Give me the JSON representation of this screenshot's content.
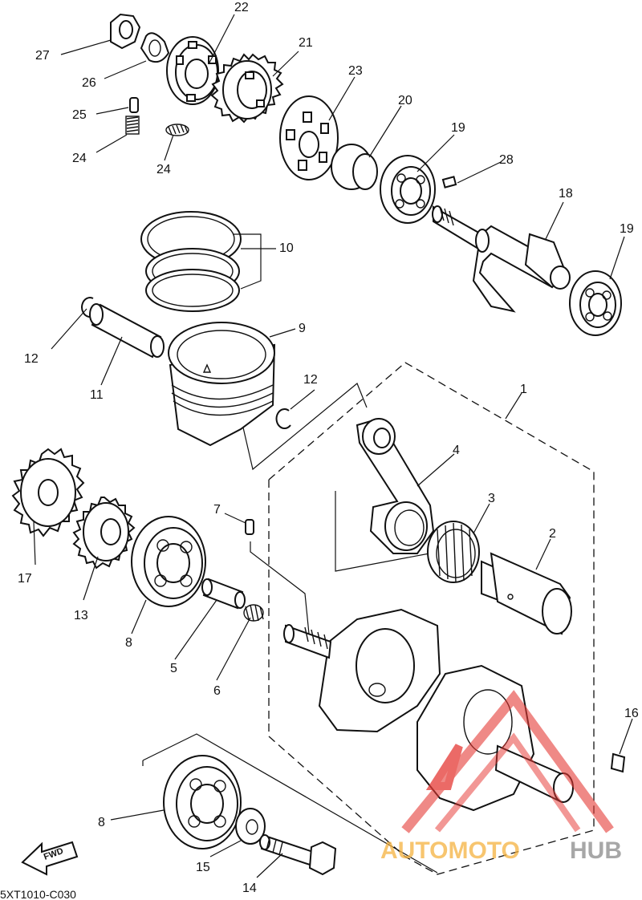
{
  "diagram_code": "5XT1010-C030",
  "fwd_label": "FWD",
  "watermark": {
    "text_part1": "AUTOMOTO",
    "text_part2": "HUB",
    "color_part1": "#f5b240",
    "color_part2": "#8a8a8a",
    "logo_color": "#e53935"
  },
  "callouts": {
    "n1": "1",
    "n2": "2",
    "n3": "3",
    "n4": "4",
    "n5": "5",
    "n6": "6",
    "n7": "7",
    "n8a": "8",
    "n8b": "8",
    "n9": "9",
    "n10": "10",
    "n11": "11",
    "n12a": "12",
    "n12b": "12",
    "n13": "13",
    "n14": "14",
    "n15": "15",
    "n16": "16",
    "n17": "17",
    "n18": "18",
    "n19a": "19",
    "n19b": "19",
    "n20": "20",
    "n21": "21",
    "n22": "22",
    "n23": "23",
    "n24a": "24",
    "n24b": "24",
    "n25": "25",
    "n26": "26",
    "n27": "27",
    "n28": "28"
  }
}
